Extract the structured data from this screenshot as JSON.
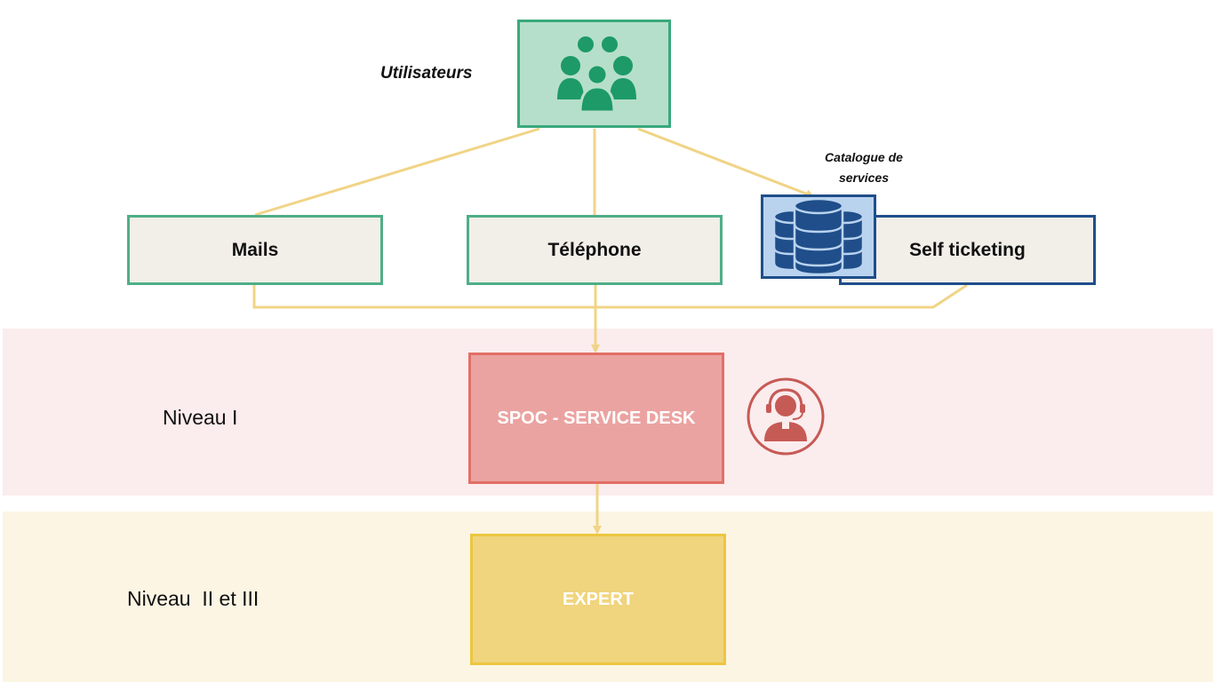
{
  "nodes": {
    "users_label": "Utilisateurs",
    "catalog_label": "Catalogue de services",
    "mails": "Mails",
    "telephone": "Téléphone",
    "self_ticketing": "Self ticketing",
    "spoc": "SPOC - SERVICE DESK",
    "expert": "EXPERT"
  },
  "levels": {
    "level_1": "Niveau I",
    "level_2_3": "Niveau  II et III"
  },
  "icons": {
    "users": "users-group-icon",
    "catalog": "database-icon",
    "agent": "headset-agent-icon"
  },
  "colors": {
    "connector": "#f0d486",
    "green_accent": "#3aa97c",
    "blue_accent": "#1f4e8a",
    "red_accent": "#e26f66",
    "yellow_accent": "#ecc640"
  }
}
